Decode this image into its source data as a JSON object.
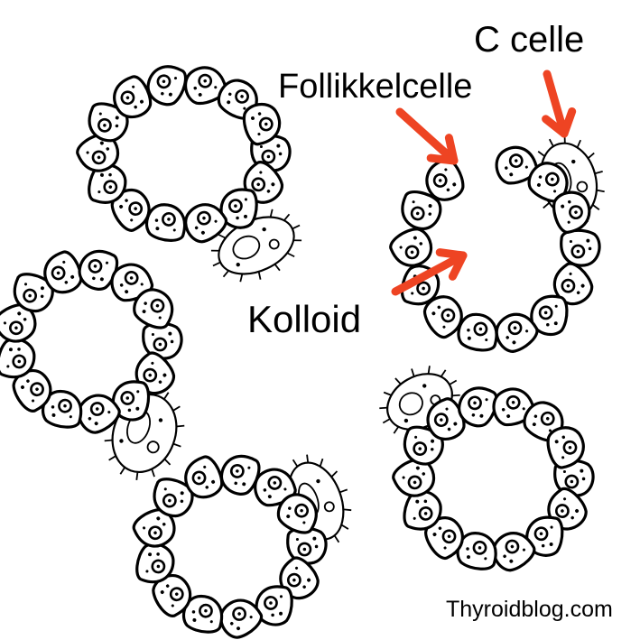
{
  "labels": {
    "c_cell": "C celle",
    "follicle_cell": "Follikkelcelle",
    "colloid": "Kolloid",
    "site": "Thyroidblog.com"
  },
  "colors": {
    "arrow": "#ee4423",
    "outline": "#000000",
    "background": "#ffffff"
  },
  "diagram": {
    "follicle_count": 5,
    "c_cell_count": 5,
    "annotation_arrows": 3
  }
}
